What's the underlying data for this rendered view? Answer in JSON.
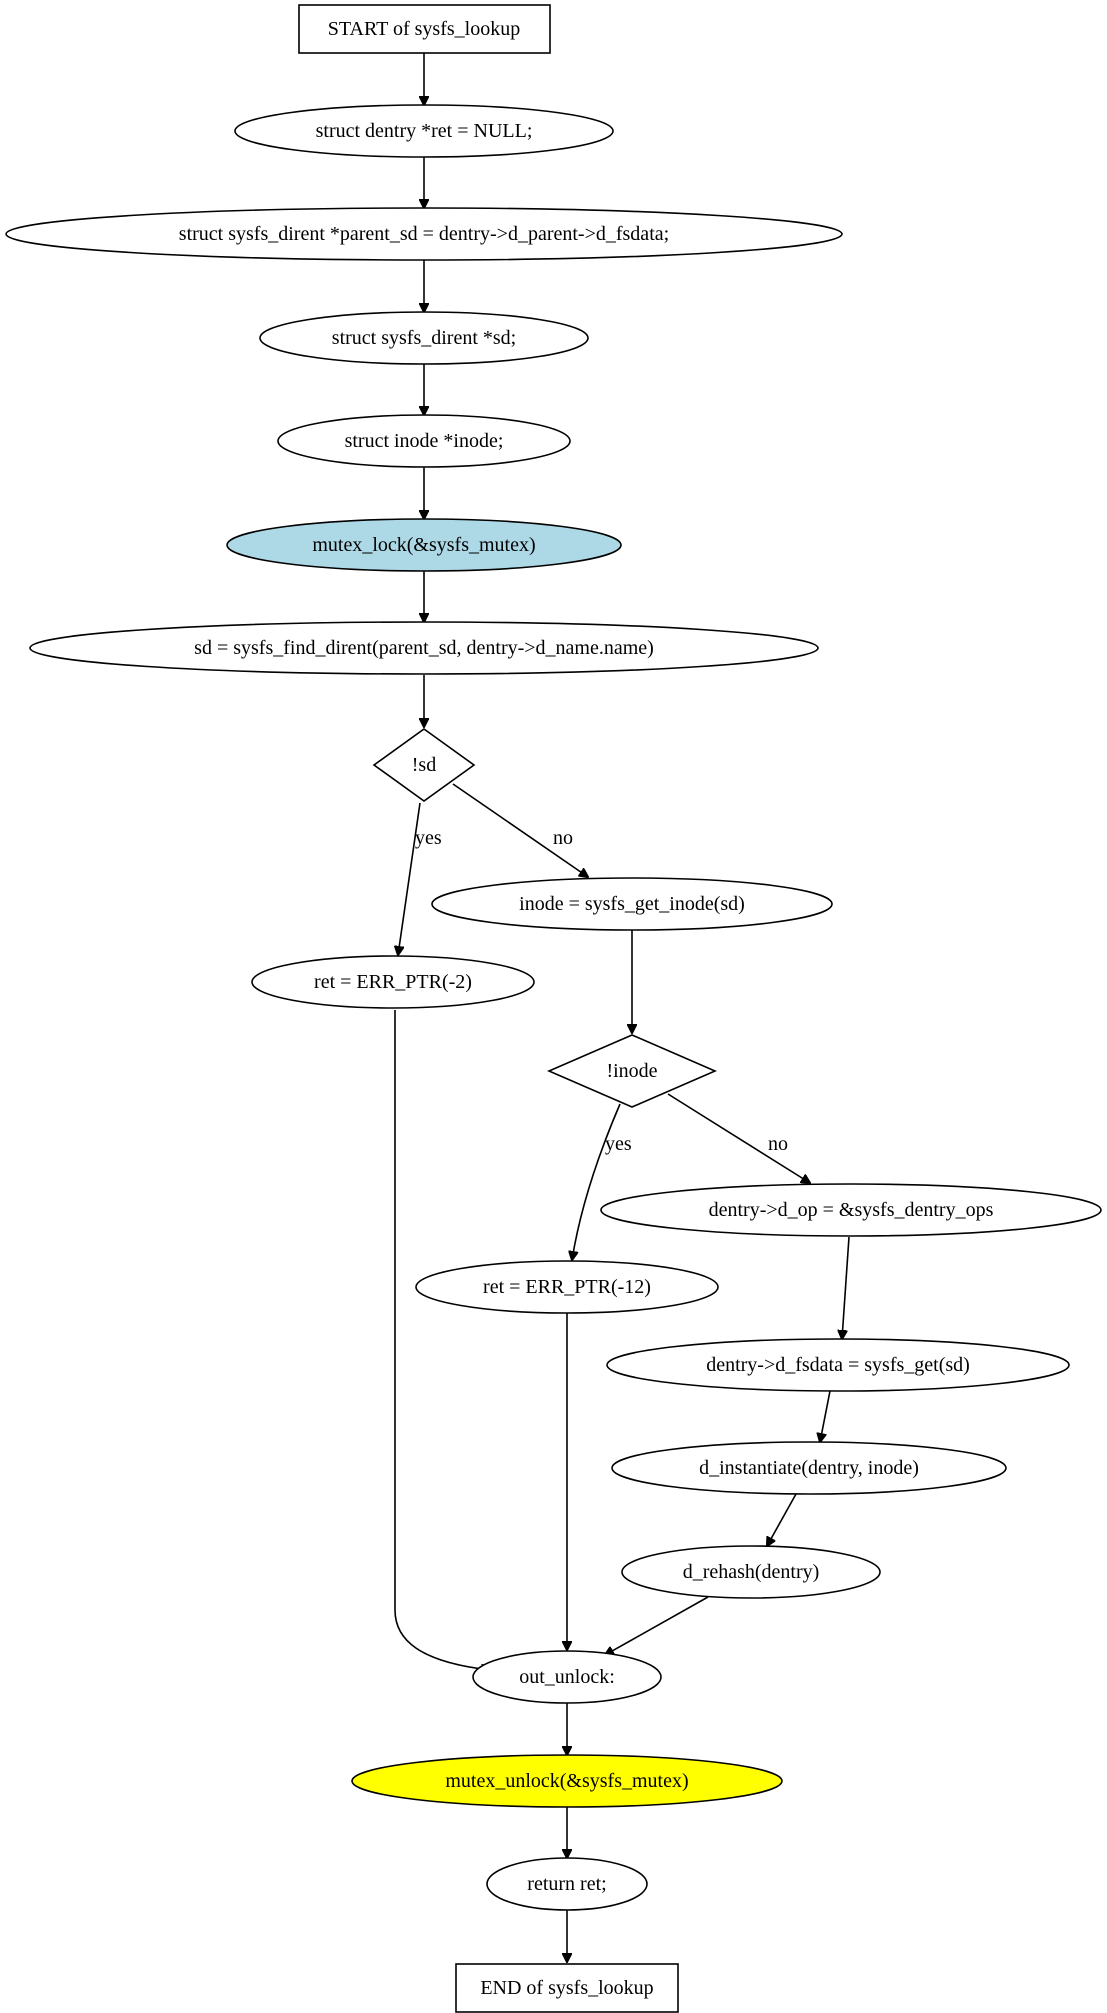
{
  "nodes": {
    "start": "START of sysfs_lookup",
    "ret_init": "struct dentry *ret = NULL;",
    "parent_sd": "struct sysfs_dirent *parent_sd = dentry->d_parent->d_fsdata;",
    "sd_decl": "struct sysfs_dirent *sd;",
    "inode_decl": "struct inode *inode;",
    "mutex_lock": "mutex_lock(&sysfs_mutex)",
    "find_dirent": "sd = sysfs_find_dirent(parent_sd, dentry->d_name.name)",
    "cond_sd": "!sd",
    "ret_err2": "ret = ERR_PTR(-2)",
    "get_inode": "inode = sysfs_get_inode(sd)",
    "cond_inode": "!inode",
    "ret_err12": "ret = ERR_PTR(-12)",
    "d_op": "dentry->d_op = &sysfs_dentry_ops",
    "d_fsdata": "dentry->d_fsdata = sysfs_get(sd)",
    "d_instantiate": "d_instantiate(dentry, inode)",
    "d_rehash": "d_rehash(dentry)",
    "out_unlock": "out_unlock:",
    "mutex_unlock": "mutex_unlock(&sysfs_mutex)",
    "return_ret": "return ret;",
    "end": "END of sysfs_lookup"
  },
  "edge_labels": {
    "sd_yes": "yes",
    "sd_no": "no",
    "inode_yes": "yes",
    "inode_no": "no"
  },
  "colors": {
    "mutex_lock_fill": "#add8e6",
    "mutex_unlock_fill": "#ffff00",
    "default_fill": "#ffffff"
  }
}
